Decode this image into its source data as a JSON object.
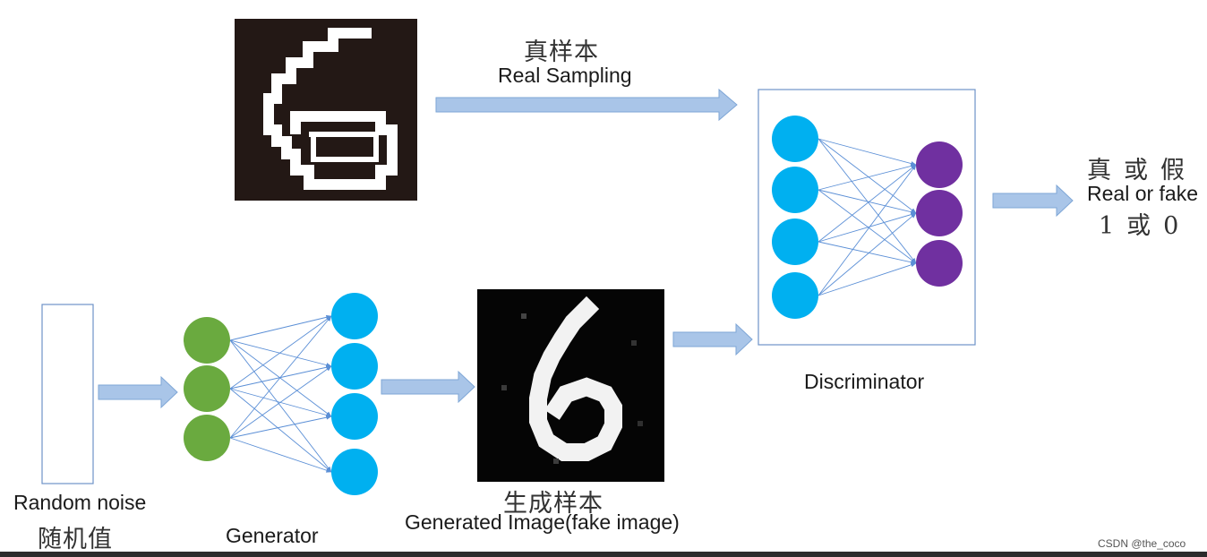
{
  "labels": {
    "real_sampling_cn": "真样本",
    "real_sampling_en": "Real Sampling",
    "discriminator": "Discriminator",
    "output_cn": "真或假",
    "output_en": "Real or fake",
    "output_values": "1或0",
    "random_noise_en": "Random noise",
    "random_noise_cn": "随机值",
    "generator": "Generator",
    "generated_cn": "生成样本",
    "generated_en": "Generated Image(fake image)",
    "watermark": "CSDN @the_coco"
  },
  "colors": {
    "arrow_fill": "#a9c5e8",
    "arrow_stroke": "#7ea6d6",
    "edge": "#5b8fd6",
    "generator_input_node": "#6aaa3f",
    "generator_output_node": "#00b0f0",
    "discriminator_input_node": "#00b0f0",
    "discriminator_output_node": "#7030a0",
    "box_border": "#6f93c7"
  },
  "images": {
    "real_digit": "6",
    "generated_digit": "6"
  }
}
